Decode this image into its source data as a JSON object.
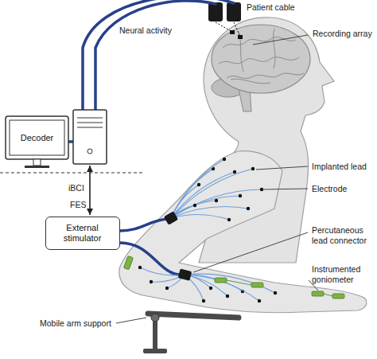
{
  "diagram": {
    "nodes": [
      {
        "text": [
          "Decoder"
        ]
      },
      {
        "text": [
          "External stimulator"
        ]
      }
    ],
    "edges": [
      {
        "from": 0,
        "to": 1,
        "arrow": "both"
      }
    ],
    "labels": [
      "Patient cable",
      "Neural activity",
      "Recording array",
      "iBCI",
      "FES",
      "Implanted lead",
      "Electrode",
      "Percutaneous lead connector",
      "Instrumented goniometer",
      "Mobile arm support"
    ]
  }
}
